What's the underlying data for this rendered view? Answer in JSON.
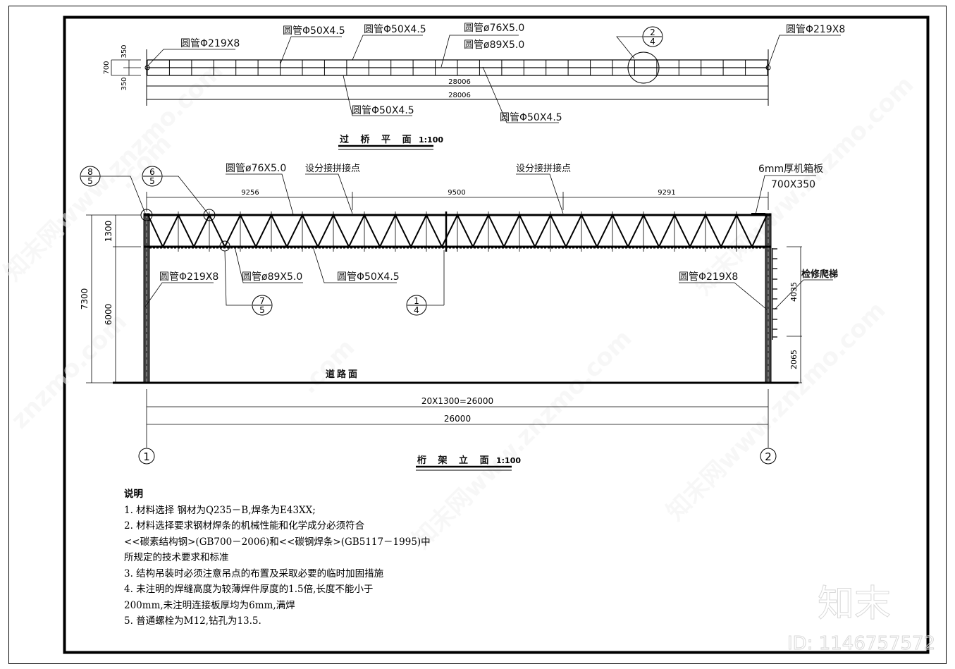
{
  "drawing": {
    "plan_view": {
      "title": "过 桥 平 面",
      "scale": "1:100",
      "labels": {
        "column_left": "圆管Φ219X8",
        "column_right": "圆管Φ219X8",
        "top_a": "圆管Φ50X4.5",
        "top_b": "圆管Φ50X4.5",
        "chord_top": "圆管ø76X5.0",
        "chord_bottom": "圆管ø89X5.0",
        "bottom_a": "圆管Φ50X4.5",
        "bottom_b": "圆管Φ50X4.5"
      },
      "dimensions": {
        "width_total": "700",
        "half_top": "350",
        "half_bottom": "350",
        "length_1": "28006",
        "length_2": "28006"
      },
      "detail_callout": {
        "num": "2",
        "sheet": "4"
      }
    },
    "elevation_view": {
      "title": "桁 架 立 面",
      "scale": "1:100",
      "labels": {
        "top_chord": "圆管ø76X5.0",
        "splice_1": "设分接拼接点",
        "splice_2": "设分接拼接点",
        "plate_1": "6mm厚机箱板",
        "plate_2": "700X350",
        "column_left": "圆管Φ219X8",
        "column_right": "圆管Φ219X8",
        "bottom_chord": "圆管ø89X5.0",
        "web": "圆管Φ50X4.5",
        "ladder": "检修爬梯",
        "road": "道路面"
      },
      "dimensions": {
        "seg_1": "9256",
        "seg_2": "9500",
        "seg_3": "9291",
        "truss_height": "1300",
        "column_height": "6000",
        "total_height": "7300",
        "ladder_upper": "4035",
        "ladder_lower": "2065",
        "panels": "20X1300=26000",
        "span": "26000"
      },
      "callouts": [
        {
          "num": "8",
          "sheet": "5"
        },
        {
          "num": "6",
          "sheet": "5"
        },
        {
          "num": "7",
          "sheet": "5"
        },
        {
          "num": "1",
          "sheet": "4"
        }
      ],
      "axes": [
        "1",
        "2"
      ]
    },
    "notes": {
      "heading": "说明",
      "lines": [
        "1. 材料选择 钢材为Q235－B,焊条为E43XX;",
        "2. 材料选择要求钢材焊条的机械性能和化学成分必须符合",
        "<<碳素结构钢>(GB700－2006)和<<碳钢焊条>(GB5117－1995)中",
        "所规定的技术要求和标准",
        "3. 结构吊装时必须注意吊点的布置及采取必要的临时加固措施",
        "4. 未注明的焊缝高度为较薄焊件厚度的1.5倍,长度不能小于",
        "200mm,未注明连接板厚均为6mm,满焊",
        "5. 普通螺栓为M12,钻孔为13.5."
      ]
    },
    "watermark": {
      "brand": "知末",
      "id": "ID: 1146757572",
      "site": "www.znzmo.com"
    }
  }
}
